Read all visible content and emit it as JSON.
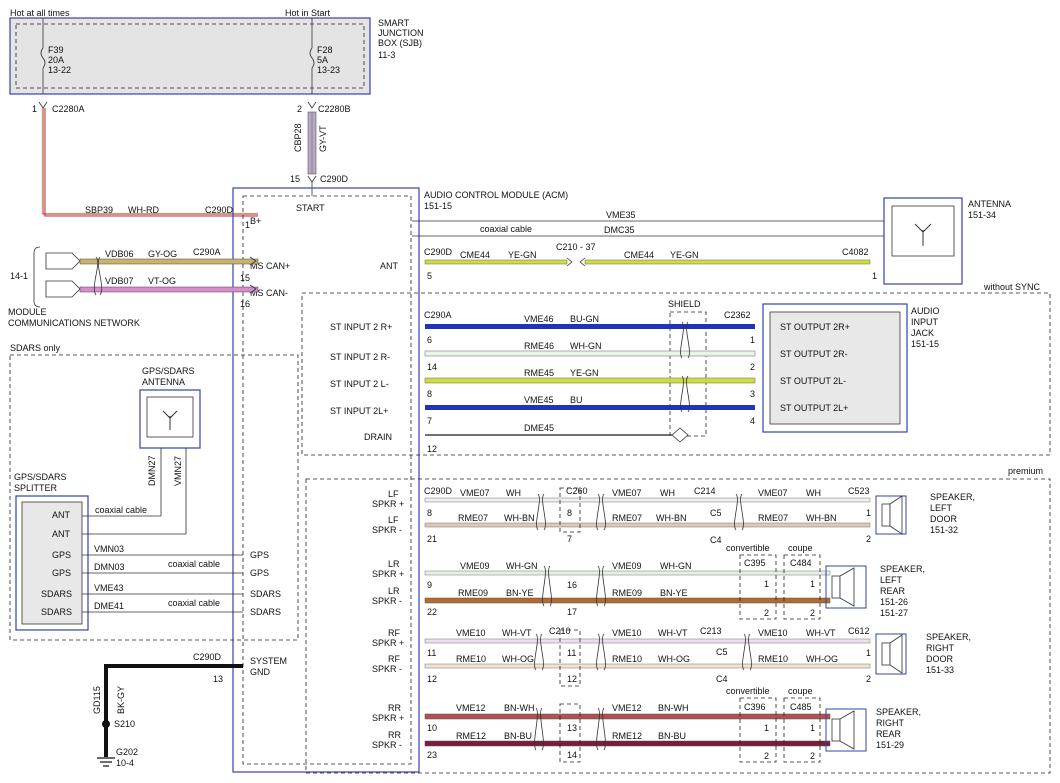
{
  "sjb": {
    "title1": "SMART",
    "title2": "JUNCTION",
    "title3": "BOX (SJB)",
    "ref": "11-3",
    "hot_always": "Hot at all times",
    "hot_start": "Hot in Start",
    "f39": "F39",
    "f39a": "20A",
    "f39r": "13-22",
    "f28": "F28",
    "f28a": "5A",
    "f28r": "13-23",
    "c2280a": "C2280A",
    "c2280b": "C2280B",
    "pin1": "1",
    "pin2": "2"
  },
  "cbp": {
    "circuit": "CBP28",
    "color": "GY-VT",
    "pin": "15",
    "conn": "C290D"
  },
  "acm": {
    "title": "AUDIO CONTROL MODULE (ACM)",
    "ref": "151-15",
    "start": "START",
    "bplus": "B+",
    "mscanp": "MS CAN+",
    "mscanm": "MS CAN-",
    "ant": "ANT",
    "st2rp": "ST INPUT 2 R+",
    "st2rm": "ST INPUT 2 R-",
    "st2lm": "ST INPUT 2 L-",
    "st2lp": "ST INPUT 2L+",
    "drain": "DRAIN",
    "lfp1": "LF",
    "lfp2": "SPKR +",
    "lfm1": "LF",
    "lfm2": "SPKR -",
    "lrp1": "LR",
    "lrp2": "SPKR +",
    "lrm1": "LR",
    "lrm2": "SPKR -",
    "rfp1": "RF",
    "rfp2": "SPKR +",
    "rfm1": "RF",
    "rfm2": "SPKR -",
    "rrp1": "RR",
    "rrp2": "SPKR +",
    "rrm1": "RR",
    "rrm2": "SPKR -",
    "gps1": "GPS",
    "gps2": "GPS",
    "sdars1": "SDARS",
    "sdars2": "SDARS",
    "sysgnd1": "SYSTEM",
    "sysgnd2": "GND"
  },
  "bplus_wire": {
    "circuit": "SBP39",
    "color": "WH-RD",
    "conn": "C290D",
    "pin": "1"
  },
  "mscn": {
    "ref": "14-1",
    "name1": "MODULE",
    "name2": "COMMUNICATIONS NETWORK",
    "w1": "VDB06",
    "w1c": "GY-OG",
    "w2": "VDB07",
    "w2c": "VT-OG",
    "conn": "C290A",
    "pin1": "15",
    "pin2": "16"
  },
  "antenna": {
    "title": "ANTENNA",
    "ref": "151-34",
    "vme35": "VME35",
    "coax": "coaxial cable",
    "dmc35": "DMC35",
    "c290d": "C290D",
    "cme44a": "CME44",
    "yegn1": "YE-GN",
    "c210": "C210 - 37",
    "cme44b": "CME44",
    "yegn2": "YE-GN",
    "c4082": "C4082",
    "pin5": "5",
    "pin1": "1"
  },
  "sync": {
    "label": "without SYNC",
    "shield": "SHIELD",
    "c290a": "C290A",
    "c2362": "C2362",
    "jack1": "AUDIO",
    "jack2": "INPUT",
    "jack3": "JACK",
    "jackref": "151-15",
    "o1": "ST OUTPUT 2R+",
    "o2": "ST OUTPUT 2R-",
    "o3": "ST OUTPUT 2L-",
    "o4": "ST OUTPUT 2L+",
    "w1": "VME46",
    "w1c": "BU-GN",
    "w2": "RME46",
    "w2c": "WH-GN",
    "w3": "RME45",
    "w3c": "YE-GN",
    "w4": "VME45",
    "w4c": "BU",
    "w5": "DME45",
    "p6": "6",
    "p14": "14",
    "p8": "8",
    "p7": "7",
    "p12": "12",
    "j1": "1",
    "j2": "2",
    "j3": "3",
    "j4": "4"
  },
  "sdars": {
    "label": "SDARS only",
    "ant1": "GPS/SDARS",
    "ant2": "ANTENNA",
    "spl1": "GPS/SDARS",
    "spl2": "SPLITTER",
    "s1": "ANT",
    "s2": "ANT",
    "s3": "GPS",
    "s4": "GPS",
    "s5": "SDARS",
    "s6": "SDARS",
    "dmn27": "DMN27",
    "vmn27": "VMN27",
    "coax1": "coaxial cable",
    "vmn03": "VMN03",
    "dmn03": "DMN03",
    "coax2": "coaxial cable",
    "vme43": "VME43",
    "dme41": "DME41",
    "coax3": "coaxial cable"
  },
  "gnd": {
    "conn": "C290D",
    "pin": "13",
    "circuit": "GD115",
    "color": "BK-GY",
    "splice": "S210",
    "g": "G202",
    "gref": "10-4"
  },
  "premium": {
    "label": "premium",
    "lf": {
      "c1": "C290D",
      "w1": "VME07",
      "c1c": "WH",
      "w2": "RME07",
      "c2c": "WH-BN",
      "c260": "C260",
      "c214": "C214",
      "c523": "C523",
      "c5": "C5",
      "c4": "C4",
      "p8": "8",
      "p21": "21",
      "p8b": "8",
      "p7": "7",
      "s1": "1",
      "s2": "2",
      "sp1": "SPEAKER,",
      "sp2": "LEFT",
      "sp3": "DOOR",
      "spr": "151-32"
    },
    "lr": {
      "w1": "VME09",
      "c1c": "WH-GN",
      "w2": "RME09",
      "c2c": "BN-YE",
      "p9": "9",
      "p22": "22",
      "p16": "16",
      "p17": "17",
      "conv": "convertible",
      "coupe": "coupe",
      "c395": "C395",
      "c484": "C484",
      "s1": "1",
      "s2": "2",
      "s1b": "1",
      "s2b": "2",
      "sp1": "SPEAKER,",
      "sp2": "LEFT",
      "sp3": "REAR",
      "spr1": "151-26",
      "spr2": "151-27"
    },
    "rf": {
      "w1": "VME10",
      "c1c": "WH-VT",
      "w2": "RME10",
      "c2c": "WH-OG",
      "c210": "C210",
      "c213": "C213",
      "c612": "C612",
      "c5": "C5",
      "c4": "C4",
      "p11": "11",
      "p12": "12",
      "p11b": "11",
      "p12b": "12",
      "s1": "1",
      "s2": "2",
      "sp1": "SPEAKER,",
      "sp2": "RIGHT",
      "sp3": "DOOR",
      "spr": "151-33"
    },
    "rr": {
      "w1": "VME12",
      "c1c": "BN-WH",
      "w2": "RME12",
      "c2c": "BN-BU",
      "p10": "10",
      "p23": "23",
      "p13": "13",
      "p14": "14",
      "conv": "convertible",
      "coupe": "coupe",
      "c396": "C396",
      "c485": "C485",
      "s1": "1",
      "s2": "2",
      "s1b": "1",
      "s2b": "2",
      "sp1": "SPEAKER,",
      "sp2": "RIGHT",
      "sp3": "REAR",
      "spr": "151-29"
    }
  }
}
